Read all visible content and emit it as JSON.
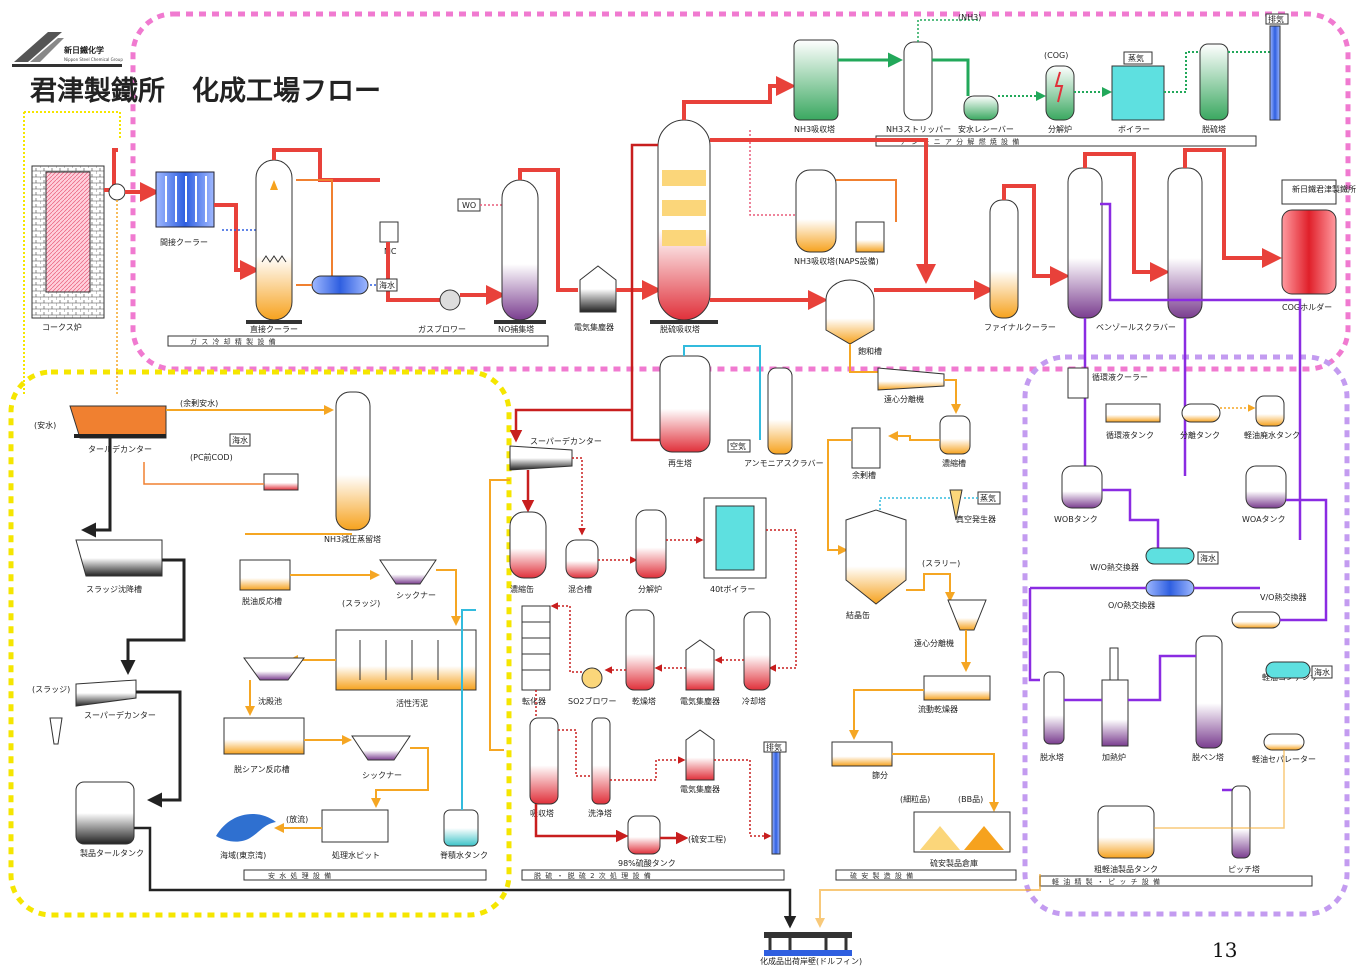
{
  "header": {
    "company_logo_text": "新日鐵化学",
    "company_logo_sub": "Nippon Steel Chemical Group",
    "title": "君津製鐵所　化成工場フロー"
  },
  "page_number": "13",
  "colors": {
    "gas_zone": "#f07ad0",
    "tar_zone": "#f5e600",
    "light_oil_zone": "#c39bf0",
    "gas_line": "#e8413a",
    "ammonia_line": "#22a85a",
    "water_line": "#f5a623",
    "tar_line": "#222222",
    "oil_line": "#8a2be2",
    "sulfur_line": "#c81e1e",
    "steam_line": "#33bbdd"
  },
  "sections": {
    "gas_refining": "ガ ス 冷 却 精 製 設 備",
    "ammonia": "ア ン モ ニ ア 分 解 燃 焼 設 備",
    "ammonia_water": "安 水 処 理 設 備",
    "desulfurization": "脱 硫 ・ 脱 硫 2 次 処 理 設 備",
    "ammonium_sulfate": "硫 安 製 造 設 備",
    "light_oil": "軽 油 精 製 ・ ピ ッ チ 設 備"
  },
  "labels": {
    "coke_oven": "コークス炉",
    "indirect_cooler": "間接クーラー",
    "direct_cooler": "直接クーラー",
    "mc": "MC",
    "seawater1": "海水",
    "gas_blower": "ガスブロワー",
    "wo": "WO",
    "no_collector": "NO捕集塔",
    "ep1": "電気集塵器",
    "desulf_absorber": "脱硫吸収塔",
    "nh3_absorber": "NH3吸収塔",
    "nh3_stripper": "NH3ストリッパー",
    "ammonia_cracker": "安水レシーバー",
    "nh3h": "(NH3)",
    "cog1": "(COG)",
    "decomposer": "分解炉",
    "boiler": "ボイラー",
    "deodor": "脱硫塔",
    "exhaust1": "排気",
    "steam1": "蒸気",
    "nh3_absorber_naps": "NH3吸収塔(NAPS設備)",
    "saturator": "飽和槽",
    "final_cooler": "ファイナルクーラー",
    "benzol_scrubber": "ベンゾールスクラバー",
    "cog_holder": "COGホルダー",
    "nsc_kimitsu": "新日鐵君津製鐵所",
    "ammonia_aq": "(安水)",
    "excess_ammonia": "(余剰安水)",
    "tar_decanter": "タールデカンター",
    "seawater2": "海水",
    "pcb_cod": "(PC前COD)",
    "nh3_vacuum": "NH3減圧蒸留塔",
    "sludge_tank": "スラッジ沈降槽",
    "sludge": "(スラッジ)",
    "super_decanter1": "スーパーデカンター",
    "dephenol": "脱油反応槽",
    "thickener1": "シックナー",
    "sludge2": "(スラッジ)",
    "settling": "沈殿池",
    "activated": "活性汚泥",
    "cyanide": "脱シアン反応槽",
    "thickener2": "シックナー",
    "tar_product": "製品タールタンク",
    "discharge": "(放流)",
    "sea": "海域(東京湾)",
    "treated_pit": "処理水ピット",
    "storage_water": "脊積水タンク",
    "super_decanter2": "スーパーデカンター",
    "regen": "再生塔",
    "ammonia_scrubber": "アンモニアスクラバー",
    "air1": "空気",
    "concentrate": "濃縮缶",
    "mix": "混合槽",
    "decomp2": "分解炉",
    "boiler40": "40tボイラー",
    "converter": "転化器",
    "so2_blower": "SO2ブロワー",
    "dry_tower": "乾燥塔",
    "ep2": "電気集塵器",
    "cooling": "冷却塔",
    "absorb2": "吸収塔",
    "wash": "洗浄塔",
    "ep3": "電気集塵器",
    "exhaust2": "排気",
    "h2so4_tank": "98%硫酸タンク",
    "to_amsulfate": "(硫安工程)",
    "centrifuge1": "遠心分離機",
    "thickener3": "濃縮槽",
    "surplus": "余剰槽",
    "steam2": "蒸気",
    "vacuum_gen": "真空発生器",
    "slurry": "(スラリー)",
    "crystallizer": "結晶缶",
    "centrifuge2": "遠心分離機",
    "fluid_dryer": "流動乾燥器",
    "sieve": "篩分",
    "fine": "(細粒品)",
    "bb": "(BB品)",
    "am_warehouse": "硫安製品倉庫",
    "circ_cooler": "循環液クーラー",
    "circ_tank": "循環液タンク",
    "sep_tank": "分離タンク",
    "waste_oil": "軽油廃水タンク",
    "wob": "WOBタンク",
    "woa": "WOAタンク",
    "wo_hx": "W/O熱交換器",
    "seawater3": "海水",
    "oo_hx": "O/O熱交換器",
    "vo_hx": "V/O熱交換器",
    "oil_condenser": "軽油コンデンサー",
    "seawater4": "海水",
    "dewater": "脱水塔",
    "heater": "加熱炉",
    "debenzol": "脱ベン塔",
    "oil_sep": "軽油セパレーター",
    "crude_tank": "粗軽油製品タンク",
    "pitch": "ピッチ塔",
    "shipping": "化成品出荷岸壁(ドルフィン)"
  }
}
